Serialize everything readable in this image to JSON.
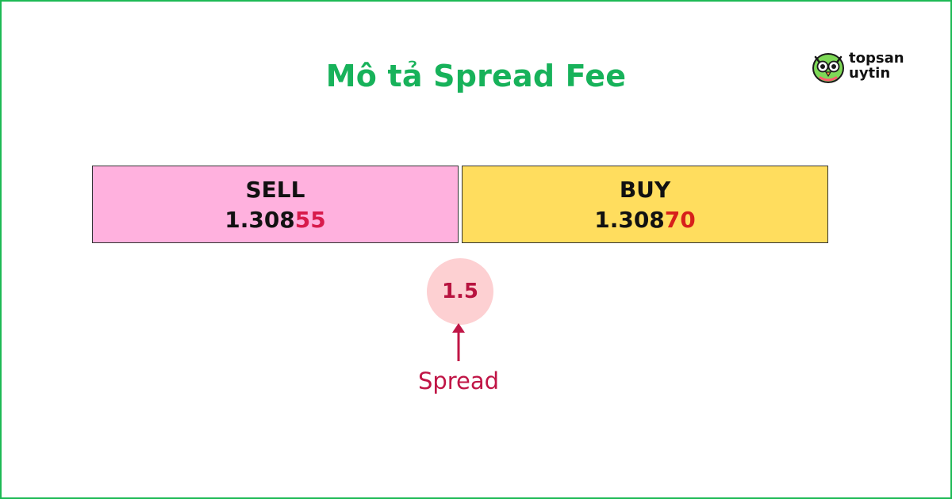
{
  "title": "Mô tả Spread Fee",
  "logo": {
    "line1": "topsan",
    "line2": "uytin",
    "icon": "owl-mascot-icon"
  },
  "sell": {
    "label": "SELL",
    "price_base": "1.308",
    "price_highlight": "55",
    "bg": "#ffb1de",
    "highlight_color": "#d81b4c"
  },
  "buy": {
    "label": "BUY",
    "price_base": "1.308",
    "price_highlight": "70",
    "bg": "#ffdd5e",
    "highlight_color": "#d7201b"
  },
  "spread": {
    "value": "1.5",
    "label": "Spread",
    "color": "#c01546"
  },
  "colors": {
    "border": "#1db954",
    "title": "#17b25a"
  }
}
